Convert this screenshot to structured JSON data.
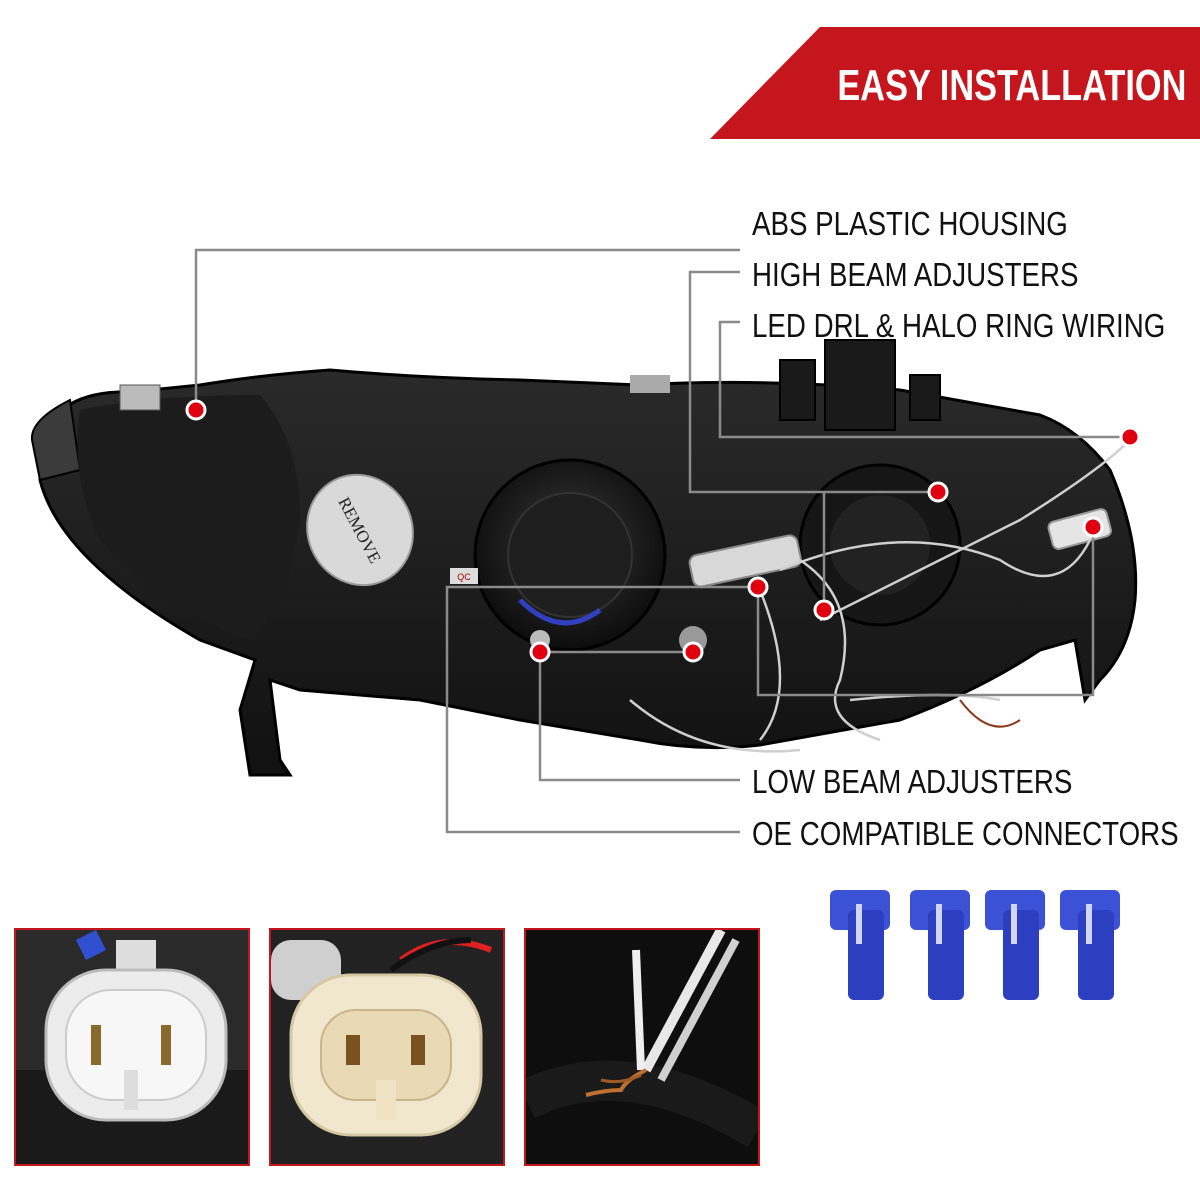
{
  "banner": {
    "title": "EASY INSTALLATION"
  },
  "callouts": {
    "abs_housing": "ABS PLASTIC HOUSING",
    "high_beam": "HIGH BEAM ADJUSTERS",
    "led_drl": "LED DRL & HALO RING WIRING",
    "low_beam": "LOW BEAM ADJUSTERS",
    "oe_connectors": "OE COMPATIBLE CONNECTORS"
  },
  "product": {
    "cap_label": "REMOVE",
    "tag_label": "QC"
  },
  "colors": {
    "accent": "#c4161c",
    "line": "#8a8a8a",
    "dot": "#e10010",
    "tap_blue": "#2b3fc0"
  }
}
